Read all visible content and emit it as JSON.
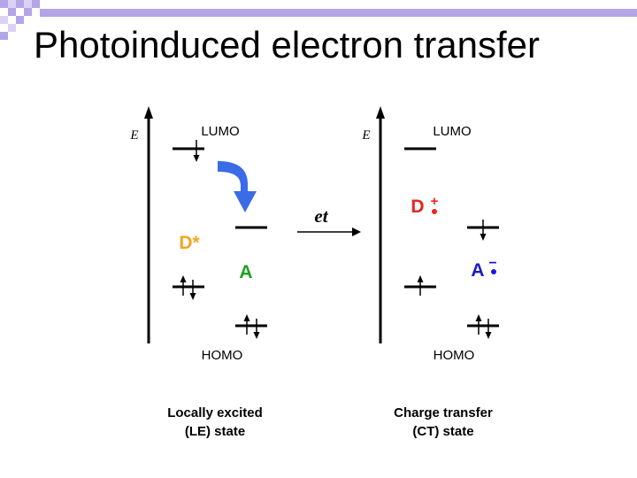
{
  "slide": {
    "title": "Photoinduced electron transfer",
    "accent_color": "#b3a5e6",
    "accent_light_color": "#d9d2f3"
  },
  "diagram": {
    "energy_label": "E",
    "process_label": "et",
    "arrow_color": "#3a6ce8",
    "le_panel": {
      "lumo_label": "LUMO",
      "homo_label": "HOMO",
      "donor_label": "D*",
      "donor_color": "#f5a623",
      "acceptor_label": "A",
      "acceptor_color": "#1fa01f"
    },
    "ct_panel": {
      "lumo_label": "LUMO",
      "homo_label": "HOMO",
      "donor_label": "D",
      "donor_color": "#e8261c",
      "donor_charge": "+",
      "acceptor_label": "A",
      "acceptor_color": "#1a1acc",
      "acceptor_charge": "−"
    },
    "captions": {
      "le_line1": "Locally excited",
      "le_line2": "(LE) state",
      "ct_line1": "Charge transfer",
      "ct_line2": "(CT) state"
    }
  }
}
